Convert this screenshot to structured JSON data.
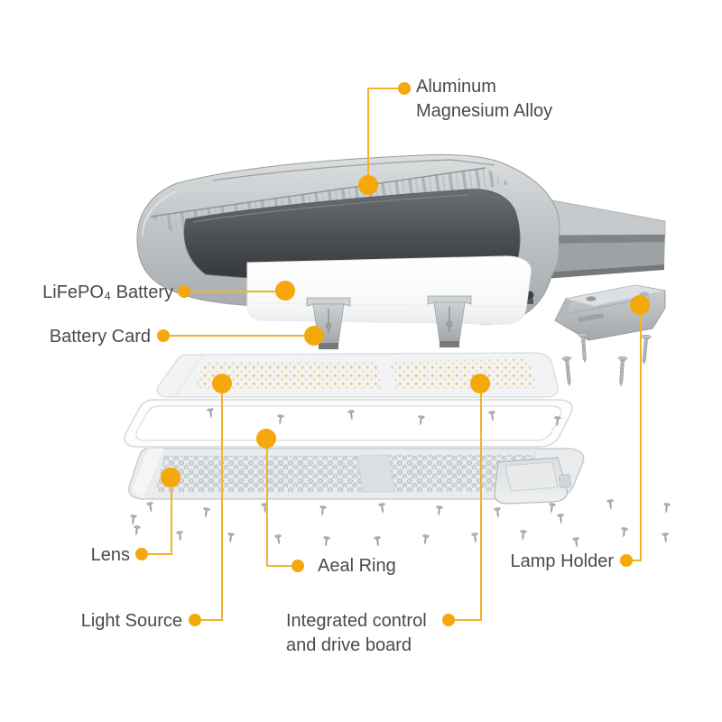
{
  "diagram": {
    "colors": {
      "accent_dot": "#F5A80C",
      "callout_line": "#F2B32A",
      "label_text": "#4A4A4A",
      "metal_gray": "#B7BBBE",
      "interior_dark": "#46494C",
      "battery_white": "#FBFCFC",
      "led_amber": "#EEC878"
    },
    "callouts": {
      "housing": {
        "lines": [
          "Aluminum",
          "Magnesium Alloy"
        ]
      },
      "battery": {
        "text": "LiFePO₄ Battery"
      },
      "battery_card": {
        "text": "Battery Card"
      },
      "lens": {
        "text": "Lens"
      },
      "seal_ring": {
        "text": "Aeal Ring"
      },
      "light_source": {
        "text": "Light Source"
      },
      "control_board": {
        "lines": [
          "Integrated control",
          "and drive board"
        ]
      },
      "lamp_holder": {
        "text": "Lamp Holder"
      }
    }
  }
}
